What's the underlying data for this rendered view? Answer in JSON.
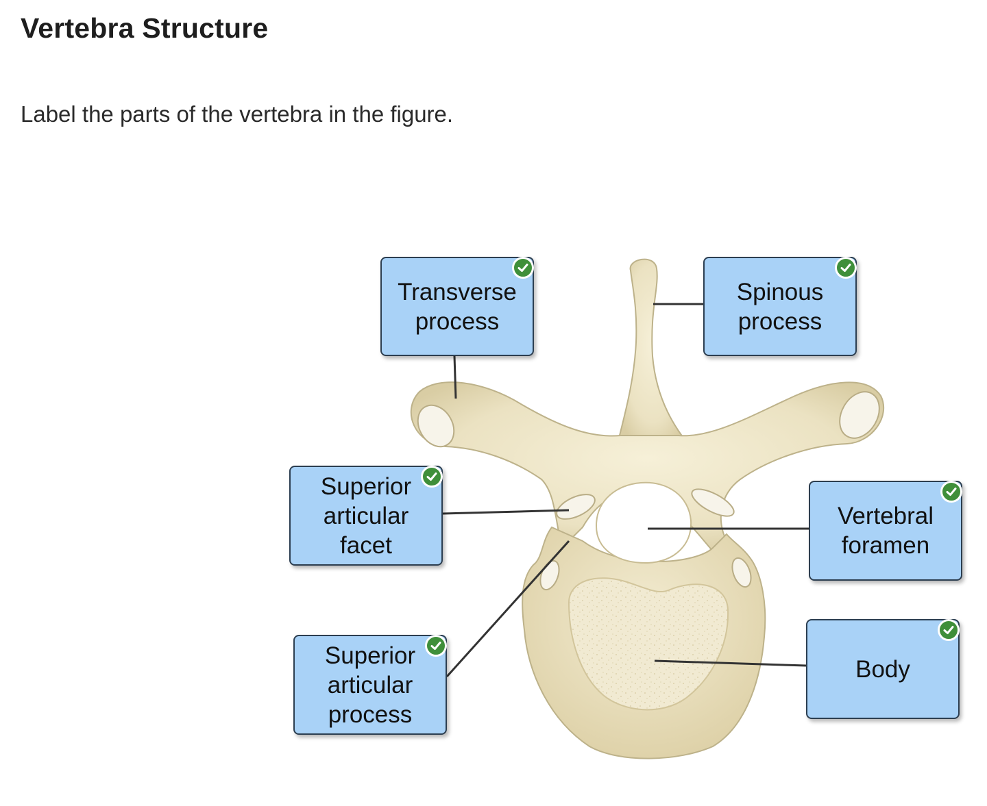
{
  "header": {
    "title": "Vertebra Structure",
    "instruction": "Label the parts of the vertebra in the figure."
  },
  "labels": [
    {
      "id": "transverse-process",
      "text": "Transverse\nprocess",
      "status": "correct"
    },
    {
      "id": "spinous-process",
      "text": "Spinous\nprocess",
      "status": "correct"
    },
    {
      "id": "superior-articular-facet",
      "text": "Superior\narticular\nfacet",
      "status": "correct"
    },
    {
      "id": "vertebral-foramen",
      "text": "Vertebral\nforamen",
      "status": "correct"
    },
    {
      "id": "superior-articular-process",
      "text": "Superior\narticular\nprocess",
      "status": "correct"
    },
    {
      "id": "body",
      "text": "Body",
      "status": "correct"
    }
  ],
  "colors": {
    "label_fill": "#a9d2f7",
    "label_border": "#2c3e50",
    "check_badge": "#3f8f3a",
    "bone": "#ece4c6",
    "bone_outline": "#bdb28a",
    "cancellous_bone": "#f2ecd6",
    "leader_line": "#333333"
  },
  "icons": {
    "correct_badge": "check-circle-icon"
  }
}
